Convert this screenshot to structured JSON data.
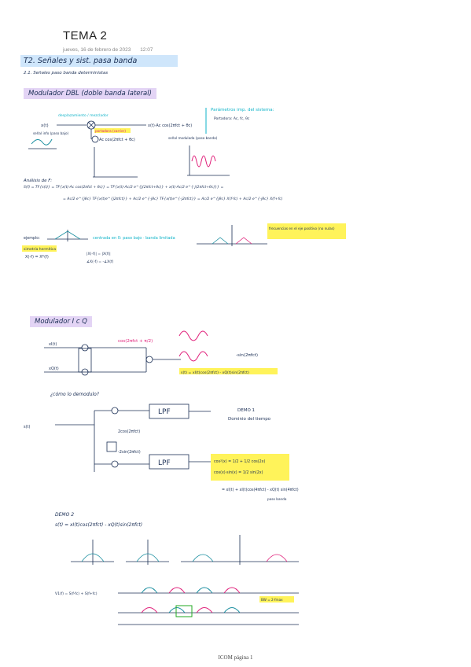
{
  "page": {
    "title": "TEMA 2",
    "date": "jueves, 16 de febrero de 2023",
    "time": "12:07",
    "footer": "ICOM página 1"
  },
  "section": {
    "heading": "T2. Señales y sist. pasa banda",
    "sub_heading": "2.1. Señales paso banda deterministas"
  },
  "dbl": {
    "heading": "Modulador DBL (doble banda lateral)",
    "input_label": "x(t)",
    "input_note": "señal info (paso bajo)",
    "carrier_label": "portadora (carrier)",
    "carrier_expr": "Ac cos(2πfct + θc)",
    "mixer_note": "desplazamiento / mezclador",
    "output_expr": "x(t)·Ac cos(2πfct + θc)",
    "output_note": "señal modulada (paso banda)",
    "params_title": "Parámetros imp. del sistema:",
    "params_list": "Portadora: Ac, fc, θc",
    "fourier_heading": "Análisis de F:",
    "fourier_line1": "S(f) = TF{s(t)} = TF{x(t)·Ac cos(2πfct + θc)} = TF{x(t)·Ac/2 e^{j(2πfct+θc)} + x(t)·Ac/2 e^{-j(2πfct+θc)}} =",
    "fourier_line2": "= Ac/2 e^{jθc} TF{x(t)e^{j2πfct}} + Ac/2 e^{-jθc} TF{x(t)e^{-j2πfct}} = Ac/2 e^{jθc} X(f-fc) + Ac/2 e^{-jθc} X(f+fc)",
    "example_label": "ejemplo:",
    "example_notes": "centrada en 0: paso bajo · banda limitada",
    "symmetry_title": "simetría hermítica",
    "symmetry_eq": "X(-f) = X*(f)",
    "symmetry_mag": "|X(-f)| = |X(f)|",
    "symmetry_phase": "∡X(-f) = -∡X(f)",
    "result_note": "frecuencias en el eje positivo (no nulas)"
  },
  "iq": {
    "heading": "Modulador I c Q",
    "carrier_top": "cos(2πfct + π/2)",
    "carrier_bottom": "-sin(2πfct)",
    "input_i": "xI(t)",
    "input_q": "xQ(t)",
    "output_eq": "s(t) = xI(t)cos(2πfct) - xQ(t)sin(2πfct)",
    "question": "¿cómo lo demodulo?",
    "lpf_label": "LPF",
    "demo_label": "DEMO 1",
    "demo_text_1": "Dominio del tiempo",
    "demo_text_2": "2cos(2πfct)",
    "demo_text_3": "-2sin(2πfct)",
    "identity_1": "cos²(x) = 1/2 + 1/2 cos(2x)",
    "identity_2": "cos(x)·sin(x) = 1/2 sin(2x)",
    "demo_result": "= xI(t) + xI(t)cos(4πfct) - xQ(t) sin(4πfct)",
    "demo_result_note": "paso banda",
    "demo2_label": "DEMO 2",
    "demo2_eq": "s(t) = xI(t)cos(2πfct) - xQ(t)sin(2πfct)",
    "bottom_eq": "V1(f) = S(f-fc) + S(f+fc)",
    "bottom_note": "BW = 2·fmax"
  }
}
